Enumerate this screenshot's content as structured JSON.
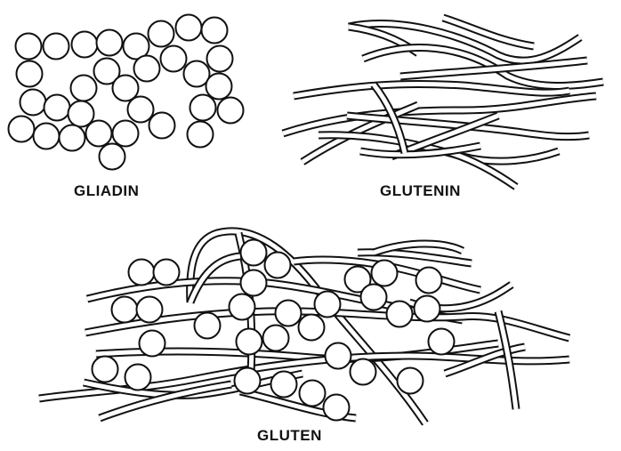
{
  "labels": {
    "gliadin": "GLIADIN",
    "glutenin": "GLUTENIN",
    "gluten": "GLUTEN"
  },
  "colors": {
    "ink": "#111111",
    "paper": "#ffffff"
  }
}
